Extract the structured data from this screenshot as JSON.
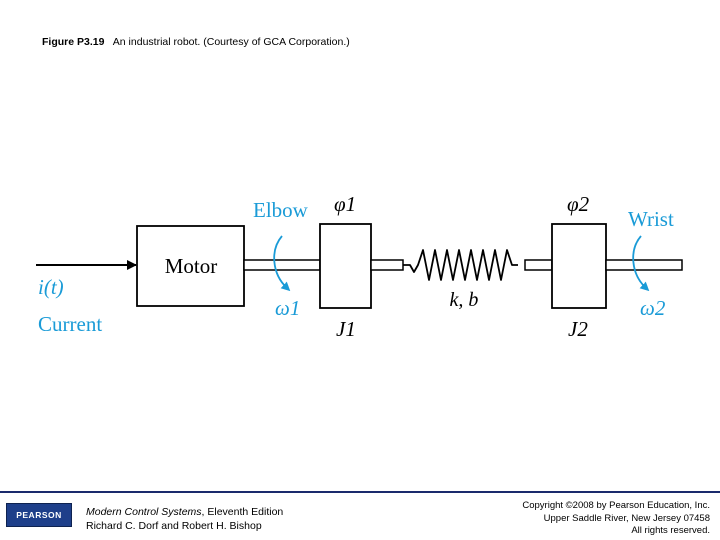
{
  "caption": {
    "figure_label": "Figure P3.19",
    "text": "An industrial robot. (Courtesy of GCA Corporation.)"
  },
  "diagram": {
    "motor_label": "Motor",
    "input_label": "i(t)",
    "input_desc": "Current",
    "elbow_label": "Elbow",
    "wrist_label": "Wrist",
    "phi1": "φ1",
    "phi2": "φ2",
    "omega1": "ω1",
    "omega2": "ω2",
    "J1": "J1",
    "J2": "J2",
    "spring_label": "k, b",
    "accent_color": "#1a9bd7"
  },
  "footer": {
    "logo_text": "PEARSON",
    "book_title": "Modern Control Systems",
    "book_edition": ", Eleventh Edition",
    "authors": "Richard C. Dorf and Robert H. Bishop",
    "copyright_line1": "Copyright ©2008 by Pearson Education, Inc.",
    "copyright_line2": "Upper Saddle River, New Jersey 07458",
    "copyright_line3": "All rights reserved."
  }
}
